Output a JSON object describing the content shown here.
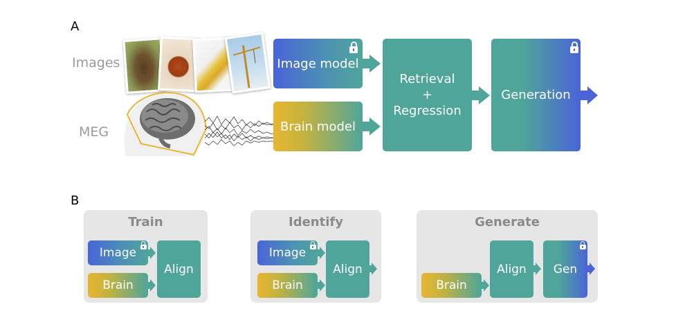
{
  "panel_a": {
    "letter": "A",
    "row_labels": {
      "images": "Images",
      "meg": "MEG"
    },
    "image_model": "Image model",
    "brain_model": "Brain model",
    "retrieval": [
      "Retrieval",
      "+",
      "Regression"
    ],
    "generation": "Generation"
  },
  "panel_b": {
    "letter": "B",
    "train": {
      "title": "Train",
      "image": "Image",
      "brain": "Brain",
      "align": "Align"
    },
    "identify": {
      "title": "Identify",
      "image": "Image",
      "brain": "Brain",
      "align": "Align"
    },
    "generate": {
      "title": "Generate",
      "brain": "Brain",
      "align": "Align",
      "gen": "Gen"
    }
  },
  "colors": {
    "teal": "#4fa59a",
    "blue": "#4a64d8",
    "yellow": "#e9b531",
    "panel_bg": "#e6e6e6",
    "label_gray": "#9a9a9a"
  },
  "icons": [
    "lock-icon",
    "arrow-icon",
    "brain-icon",
    "meg-signal-icon",
    "head-outline-icon"
  ]
}
